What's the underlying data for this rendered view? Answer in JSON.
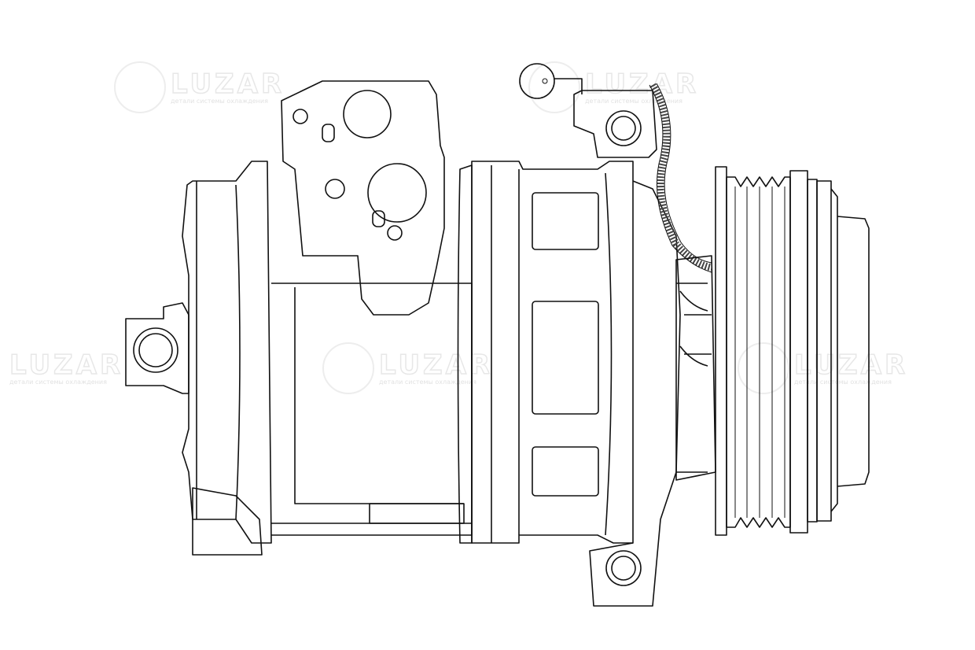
{
  "watermark": {
    "brand": "LUZAR",
    "tagline": "детали системы охлаждения"
  },
  "drawing": {
    "subject": "compressor-line-drawing"
  }
}
